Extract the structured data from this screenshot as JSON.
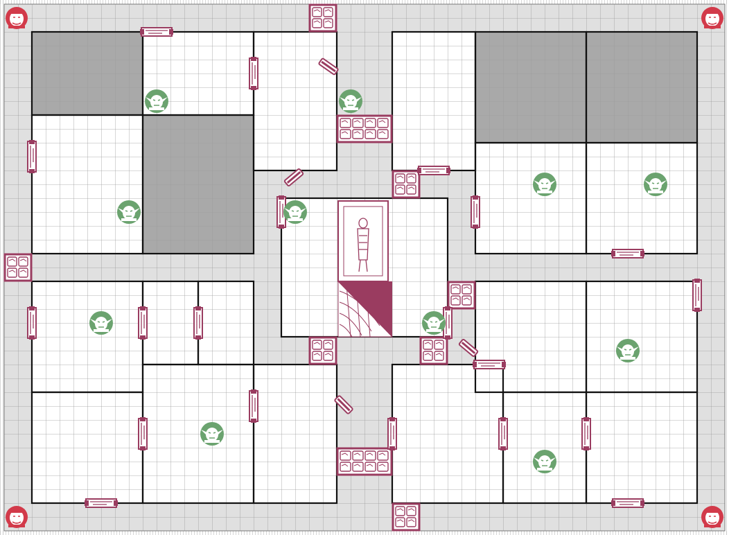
{
  "board": {
    "name": "quest-map",
    "colors": {
      "floor": "#ffffff",
      "corridor": "#e0e0e0",
      "grid": "#9a9a9a",
      "wall": "#111111",
      "solid_rock": "#a9a9a9",
      "furniture": "#9a3c60",
      "monster_fill": "#6ba36f",
      "hero_fill": "#d23a4a"
    }
  },
  "heroes": [
    {
      "icon": "barbarian-icon",
      "corner": "top-left"
    },
    {
      "icon": "dwarf-icon",
      "corner": "top-right"
    },
    {
      "icon": "elf-icon",
      "corner": "bottom-left"
    },
    {
      "icon": "wizard-icon",
      "corner": "bottom-right"
    }
  ],
  "monsters": [
    {
      "icon": "goblin-icon"
    },
    {
      "icon": "goblin-icon"
    },
    {
      "icon": "goblin-icon"
    },
    {
      "icon": "goblin-icon"
    },
    {
      "icon": "goblin-icon"
    },
    {
      "icon": "goblin-icon"
    },
    {
      "icon": "goblin-icon"
    },
    {
      "icon": "goblin-icon"
    },
    {
      "icon": "goblin-icon"
    },
    {
      "icon": "goblin-icon"
    },
    {
      "icon": "goblin-icon"
    }
  ],
  "furniture": {
    "rubble_icon": "rubble-icon",
    "door_icon": "door-icon",
    "trap_icon": "falling-rock-icon",
    "stairs_icon": "stairway-icon",
    "tomb_icon": "tomb-icon"
  }
}
